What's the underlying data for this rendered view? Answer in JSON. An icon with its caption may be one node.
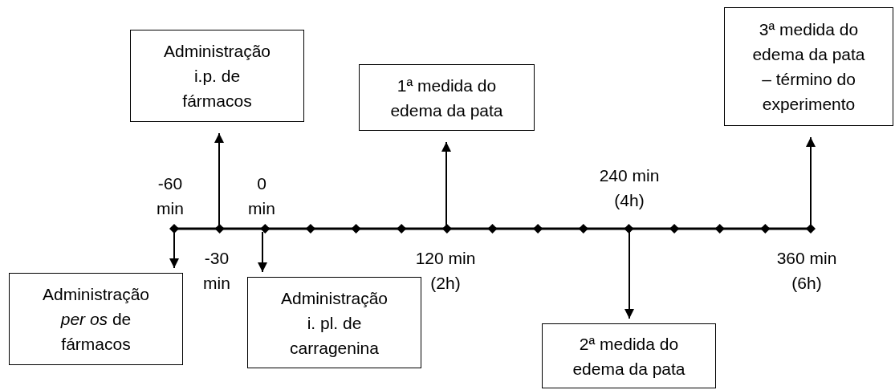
{
  "diagram": {
    "nodes": [
      {
        "text": [
          "Administração i.p. de fármacos"
        ]
      },
      {
        "text": [
          "1ª medida do edema da pata"
        ]
      },
      {
        "text": [
          "3ª medida do edema da pata – término do experimento"
        ]
      },
      {
        "text": [],
        "shape": "bar"
      },
      {
        "text": [
          "Administração *per os* de fármacos"
        ]
      },
      {
        "text": [
          "Administração i. pl. de carragenina"
        ]
      },
      {
        "text": [
          "2ª medida do edema da pata"
        ]
      }
    ],
    "edges": [
      {
        "from": 3,
        "to": 0,
        "arrow": "to"
      },
      {
        "from": 3,
        "to": 1,
        "arrow": "to"
      },
      {
        "from": 3,
        "to": 2,
        "arrow": "to"
      },
      {
        "from": 3,
        "to": 4,
        "arrow": "to"
      },
      {
        "from": 3,
        "to": 5,
        "arrow": "to"
      },
      {
        "from": 3,
        "to": 6,
        "arrow": "to"
      }
    ],
    "labels": [
      "-60 min",
      "0 min",
      "240 min (4h)",
      "-30 min",
      "120 min (2h)",
      "360 min (6h)"
    ]
  }
}
